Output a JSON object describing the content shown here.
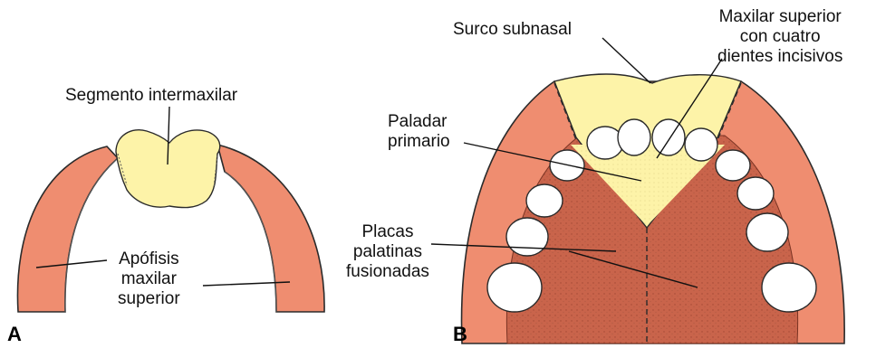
{
  "panel_a": {
    "letter": "A",
    "label_intermaxillary": "Segmento intermaxilar",
    "label_maxillary_process": [
      "Apófisis",
      "maxilar",
      "superior"
    ]
  },
  "panel_b": {
    "letter": "B",
    "label_subnasal": "Surco subnasal",
    "label_maxilla": [
      "Maxilar superior",
      "con cuatro",
      "dientes incisivos"
    ],
    "label_primary_palate": [
      "Paladar",
      "primario"
    ],
    "label_palatine_plates": [
      "Placas",
      "palatinas",
      "fusionadas"
    ]
  },
  "colors": {
    "maxillary": "#ef8d70",
    "intermaxillary": "#fdf3a8",
    "palate": "#c9644b",
    "tooth": "#ffffff",
    "outline": "#2b2b2b"
  }
}
